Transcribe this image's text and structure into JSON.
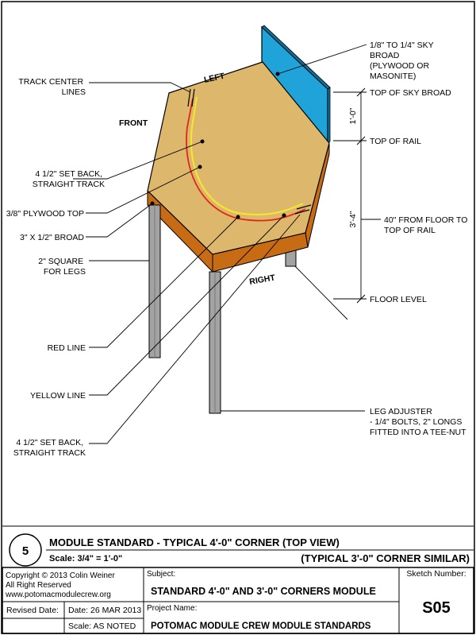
{
  "drawing": {
    "labels": {
      "sky_board": [
        "1/8\" TO 1/4\"  SKY",
        "BROAD",
        "(PLYWOOD OR",
        "MASONITE)"
      ],
      "track_center": [
        "TRACK CENTER",
        "LINES"
      ],
      "left": "LEFT",
      "front": "FRONT",
      "right": "RIGHT",
      "top_sky": "TOP OF SKY BROAD",
      "top_rail": "TOP OF RAIL",
      "setback_top": [
        "4 1/2\" SET BACK,",
        "STRAIGHT TRACK"
      ],
      "plywood_top": "3/8\" PLYWOOD TOP",
      "broad": "3\" X 1/2\" BROAD",
      "legs": [
        "2\" SQUARE",
        "FOR LEGS"
      ],
      "floor_to_rail": [
        "40\" FROM FLOOR TO",
        "TOP OF RAIL"
      ],
      "floor_level": "FLOOR LEVEL",
      "red_line": "RED LINE",
      "yellow_line": "YELLOW LINE",
      "leg_adjuster": [
        "LEG ADJUSTER",
        "- 1/4\" BOLTS, 2\" LONGS",
        "FITTED INTO A TEE-NUT"
      ],
      "setback_bottom": [
        "4 1/2\" SET BACK,",
        "STRAIGHT TRACK"
      ],
      "dim_sky": "1'-0\"",
      "dim_rail": "3'-4\""
    },
    "colors": {
      "top": "#DDB76B",
      "fascia": "#C76B14",
      "sky": "#1FA3D8",
      "leg": "#A3A3A3",
      "red_line": "#E0261B",
      "yellow_line": "#F4E82A"
    }
  },
  "title_block": {
    "number": "5",
    "title": "MODULE STANDARD - TYPICAL 4'-0\" CORNER (TOP VIEW)",
    "scale": "Scale: 3/4\" = 1'-0\"",
    "note": "(TYPICAL 3'-0\" CORNER SIMILAR)",
    "copyright": [
      "Copyright © 2013 Colin Weiner",
      "All Right Reserved",
      "www.potomacmodulecrew.org"
    ],
    "subject_label": "Subject:",
    "subject": "STANDARD 4'-0\" AND 3'-0\" CORNERS MODULE",
    "project_label": "Project Name:",
    "project": "POTOMAC MODULE CREW MODULE STANDARDS",
    "sketch_label": "Sketch Number:",
    "sketch": "S05",
    "revised_label": "Revised Date:",
    "date": "Date:  26 MAR 2013",
    "scale_note": "Scale: AS NOTED"
  }
}
